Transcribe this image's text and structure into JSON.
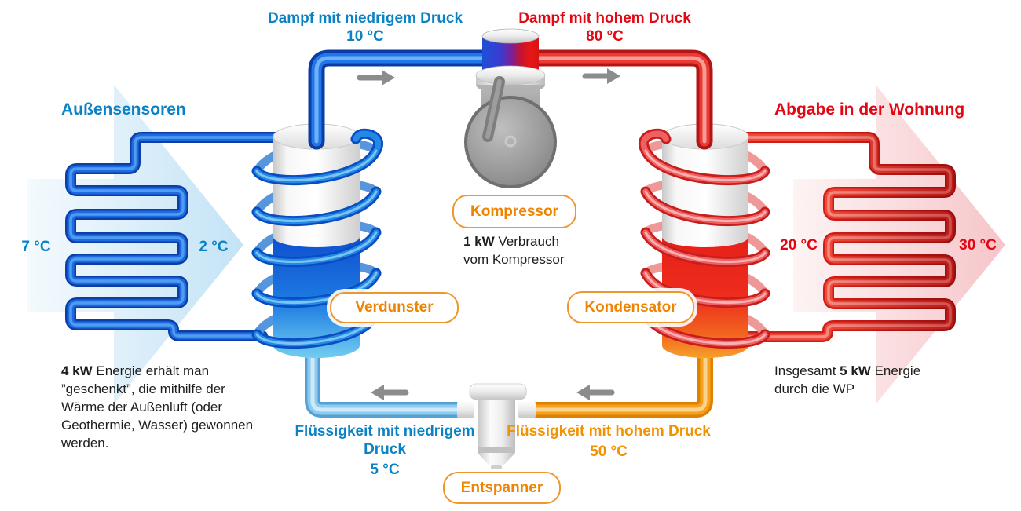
{
  "labels": {
    "steam_low": {
      "title": "Dampf mit niedrigem Druck",
      "temp": "10 °C"
    },
    "steam_high": {
      "title": "Dampf mit hohem Druck",
      "temp": "80 °C"
    },
    "liquid_low": {
      "title": "Flüssigkeit mit niedrigem Druck",
      "temp": "5 °C"
    },
    "liquid_high": {
      "title": "Flüssigkeit mit hohem Druck",
      "temp": "50 °C"
    },
    "outdoor": "Außensensoren",
    "indoor": "Abgabe in der Wohnung",
    "temp_outdoor_left": "7 °C",
    "temp_outdoor_right": "2 °C",
    "temp_indoor_left": "20 °C",
    "temp_indoor_right": "30 °C"
  },
  "components": {
    "compressor": "Kompressor",
    "evaporator": "Verdunster",
    "condenser": "Kondensator",
    "expander": "Entspanner"
  },
  "notes": {
    "compressor": {
      "bold": "1 kW",
      "line1_rest": " Verbrauch",
      "line2": "vom Kompressor"
    },
    "outdoor_energy": {
      "bold": "4 kW",
      "rest": " Energie erhält man ”geschenkt”, die mithilfe der Wärme der Außenluft (oder Geothermie, Wasser) gewonnen werden."
    },
    "output_energy": {
      "pre": "Insgesamt ",
      "bold": "5 kW",
      "post": " Energie durch die WP"
    }
  },
  "colors": {
    "text_blue": "#0c82c6",
    "text_red": "#e30613",
    "text_orange": "#f39200",
    "pill_border": "#f0962e",
    "pipe_blue": "#1e6ae0",
    "pipe_red": "#e63a30",
    "pipe_light_blue": "#8ecbee",
    "pipe_orange": "#f5a01e",
    "flow_arrow_gray": "#8c8c8c"
  }
}
